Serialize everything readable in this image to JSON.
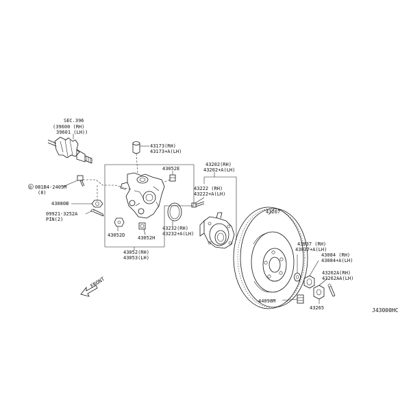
{
  "labels": {
    "sec": "SEC.396",
    "p39600": "(39600 (RH)",
    "p39601": "39601 (LH))",
    "p43173": "43173(RH)",
    "p43173a": "43173+A(LH)",
    "p43052e": "43052E",
    "p43202": "43202(RH)",
    "p43202a": "43202+A(LH)",
    "p43222": "43222 (RH)",
    "p43222a": "43222+A(LH)",
    "p08134": "081B4-2405M",
    "p08134b": "(8)",
    "p43080b": "43080B",
    "p09921": "09921-3252A",
    "pin": "PIN(2)",
    "p43232": "43232(RH)",
    "p43232a": "43232+A(LH)",
    "p43052d": "43052D",
    "p43052h": "43052H",
    "p43052": "43052(RH)",
    "p43053": "43053(LH)",
    "p43207": "43207",
    "p43037": "43037 (RH)",
    "p43037a": "43037+A(LH)",
    "p43084": "43084 (RH)",
    "p43084a": "43084+A(LH)",
    "p43262a": "43262A(RH)",
    "p43262aa": "43262AA(LH)",
    "p44098m": "44098M",
    "p43265": "43265",
    "front": "FRONT",
    "code": "J43000HC"
  }
}
